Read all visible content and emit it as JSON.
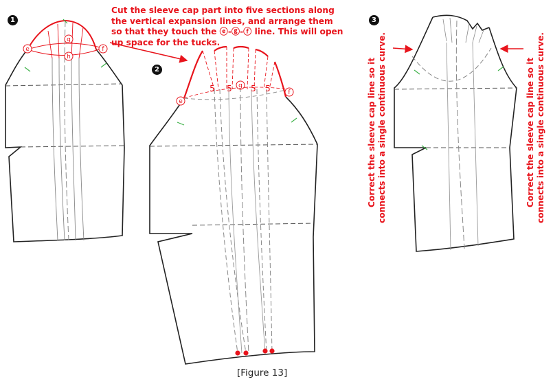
{
  "steps": [
    "1",
    "2",
    "3"
  ],
  "instruction_main": "Cut the sleeve cap part into five sections along the vertical expansion lines, and arrange them so that they touch the ⓔ-ⓖ-ⓕ line. This will open up space for the tucks.",
  "instruction_left": "Correct the sleeve cap line so it\nconnects into a single continuous curve.",
  "instruction_right": "Correct the sleeve cap line so it\nconnects into a single continuous curve.",
  "points": {
    "e": "ⓔ",
    "f": "ⓕ",
    "g": "ⓖ",
    "h": "ⓗ"
  },
  "tuck_label": "5",
  "caption": "[Figure 13]",
  "colors": {
    "accent": "#e8141c",
    "outline": "#222222",
    "guide": "#777777",
    "notch": "#3fb24a"
  }
}
